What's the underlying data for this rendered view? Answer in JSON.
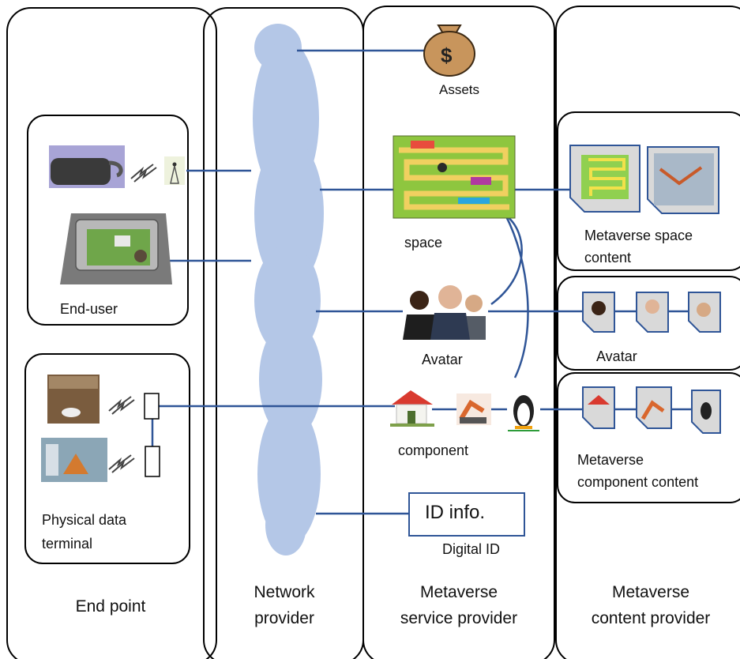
{
  "columns": {
    "end_point": "End point",
    "network_provider": [
      "Network",
      "provider"
    ],
    "service_provider": [
      "Metaverse",
      "service provider"
    ],
    "content_provider": [
      "Metaverse",
      "content provider"
    ]
  },
  "end_point": {
    "end_user_label": "End-user",
    "physical_terminal_label": [
      "Physical data",
      "terminal"
    ]
  },
  "service": {
    "assets_label": "Assets",
    "asset_symbol": "$",
    "space_label": "space",
    "avatar_label": "Avatar",
    "component_label": "component",
    "id_box_text": "ID info.",
    "digital_id_label": "Digital ID"
  },
  "content": {
    "space_content_label": [
      "Metaverse space",
      "content"
    ],
    "avatar_content_label": "Avatar",
    "component_content_label": [
      "Metaverse",
      "component content"
    ]
  },
  "colors": {
    "cloud": "#b4c7e7",
    "link_line": "#2f5597",
    "border": "#000000",
    "money_bag": "#c8955c"
  },
  "icons": [
    "vr-headset-icon",
    "antenna-icon",
    "tablet-icon",
    "money-bag-icon",
    "map-icon",
    "avatar-icon",
    "house-icon",
    "robot-arm-icon",
    "penguin-icon",
    "camera-sensor-icon",
    "document-icon"
  ]
}
